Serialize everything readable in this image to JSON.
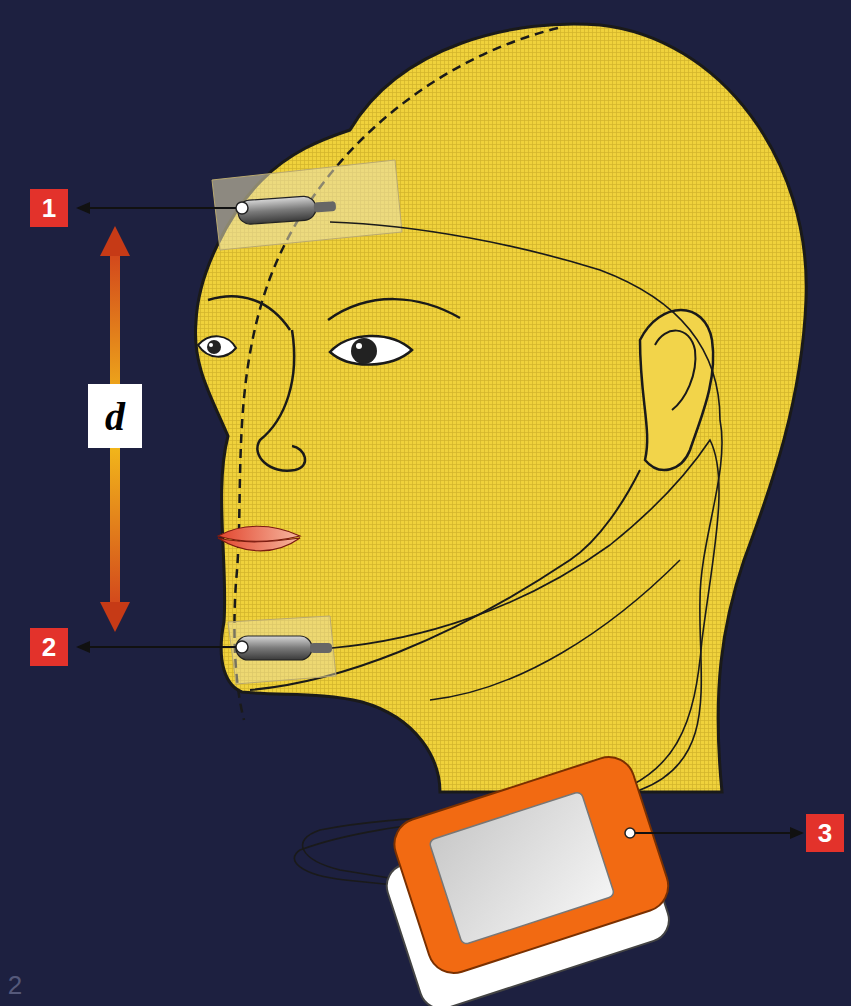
{
  "diagram": {
    "labels": [
      "1",
      "d",
      "2",
      "3",
      "2"
    ]
  }
}
